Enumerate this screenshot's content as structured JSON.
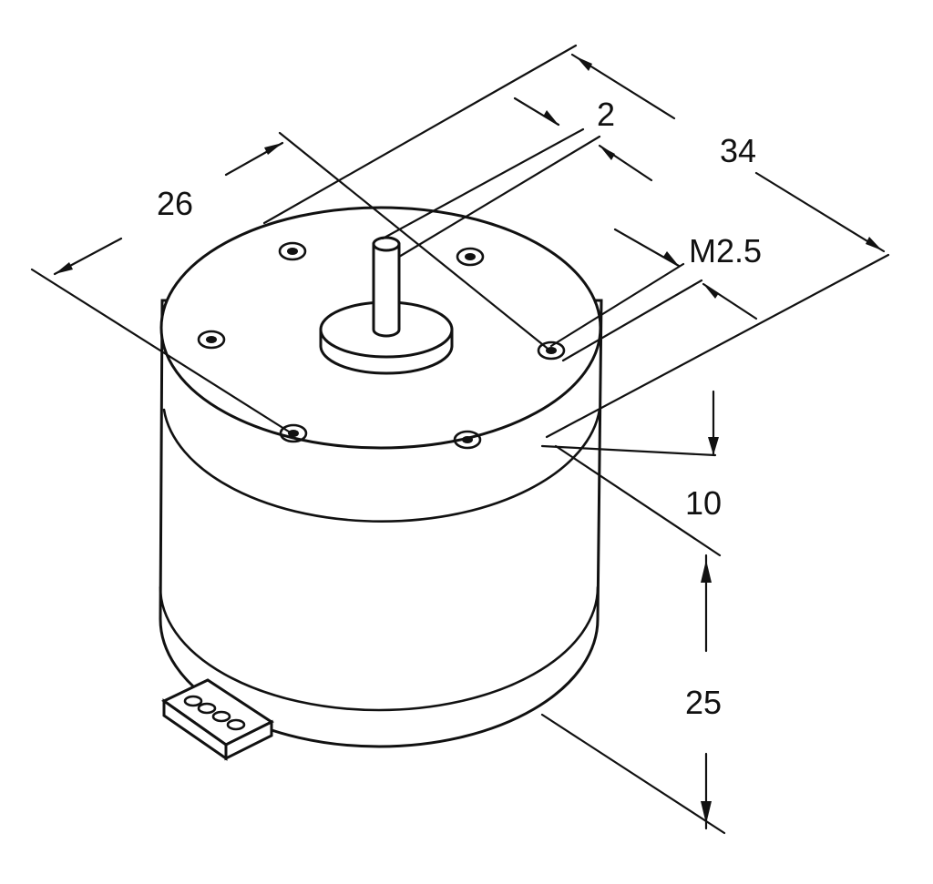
{
  "dimensions": {
    "flat_width": "2",
    "body_diameter": "34",
    "hole_spacing": "26",
    "screw_thread": "M2.5",
    "shaft_length": "10",
    "body_height": "25"
  }
}
